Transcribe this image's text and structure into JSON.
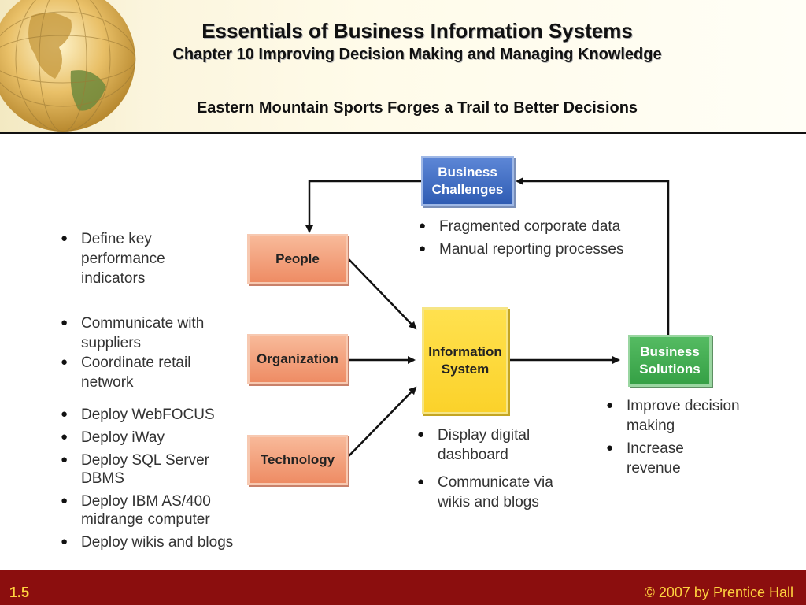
{
  "header": {
    "title": "Essentials of Business Information Systems",
    "subtitle": "Chapter 10 Improving Decision Making and Managing Knowledge",
    "slide_title": "Eastern Mountain Sports Forges a Trail to Better Decisions"
  },
  "diagram": {
    "business_challenges": {
      "line1": "Business",
      "line2": "Challenges"
    },
    "people": "People",
    "organization": "Organization",
    "technology": "Technology",
    "information_system": {
      "line1": "Information",
      "line2": "System"
    },
    "business_solutions": {
      "line1": "Business",
      "line2": "Solutions"
    },
    "challenges_bullets": [
      "Fragmented corporate data",
      "Manual reporting processes"
    ],
    "left_bullets": {
      "people": [
        "Define key performance indicators"
      ],
      "organization": [
        "Communicate with suppliers",
        "Coordinate retail network"
      ],
      "technology": [
        "Deploy WebFOCUS",
        "Deploy iWay",
        "Deploy SQL Server DBMS",
        "Deploy  IBM AS/400 midrange computer",
        "Deploy wikis and blogs"
      ]
    },
    "is_bullets": [
      "Display digital dashboard",
      "Communicate via wikis and blogs"
    ],
    "solutions_bullets": [
      "Improve decision making",
      "Increase revenue"
    ]
  },
  "footer": {
    "slide_number": "1.5",
    "copyright": "© 2007 by Prentice Hall"
  },
  "colors": {
    "footer_bg": "#8b0e0e",
    "footer_text": "#ffd23f",
    "challenges_box": "#3a66c0",
    "people_box": "#f19b74",
    "is_box": "#fcd733",
    "solutions_box": "#3ea84d"
  }
}
